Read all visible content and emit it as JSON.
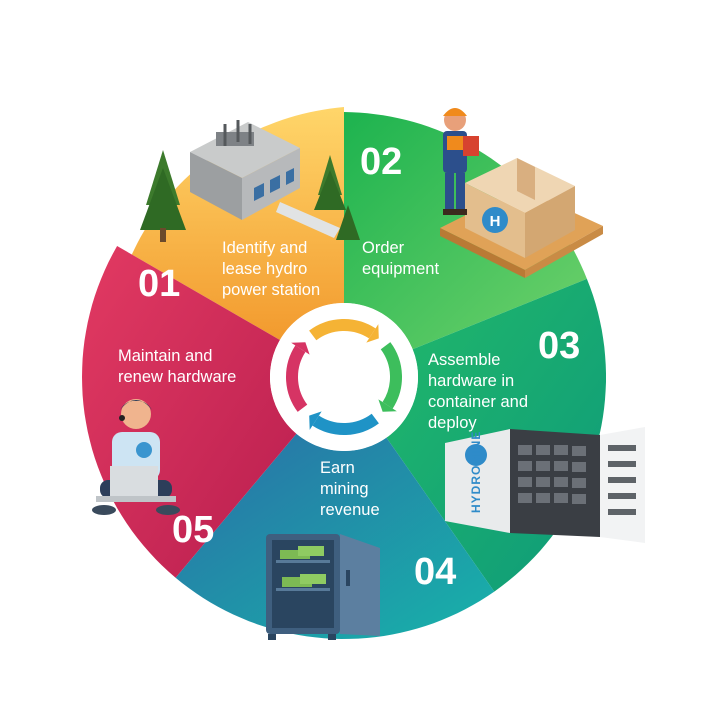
{
  "colors": {
    "step1": "#F7AE36",
    "step2": "#2DBA5A",
    "step3": "#16A86E",
    "step4": "#1B8FA8",
    "step5": "#D9305C",
    "cycle_arrows": [
      "#F5B335",
      "#3DBE5C",
      "#1F93C6",
      "#D63464"
    ]
  },
  "steps": [
    {
      "number": "01",
      "lines": [
        "Identify and",
        "lease hydro",
        "power station"
      ],
      "icon": "power-station-icon"
    },
    {
      "number": "02",
      "lines": [
        "Order",
        "equipment"
      ],
      "icon": "worker-with-crate-icon"
    },
    {
      "number": "03",
      "lines": [
        "Assemble",
        "hardware in",
        "container and",
        "deploy"
      ],
      "icon": "mining-container-icon"
    },
    {
      "number": "04",
      "lines": [
        "Earn",
        "mining",
        "revenue"
      ],
      "icon": "money-safe-icon"
    },
    {
      "number": "05",
      "lines": [
        "Maintain and",
        "renew hardware"
      ],
      "icon": "technician-laptop-icon"
    }
  ],
  "brand": {
    "container_label": "HYDROMINE",
    "logo_letter": "H"
  }
}
